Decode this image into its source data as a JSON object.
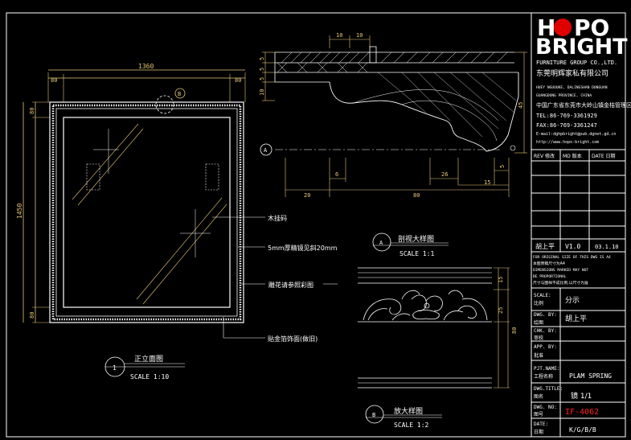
{
  "logo": {
    "line1_left": "H",
    "line1_right": "PO",
    "line2": "BRIGHT",
    "accent": "#e00000"
  },
  "company": {
    "name_en": "FURNITURE GROUP CO.,LTD.",
    "name_cn": "东莞明辉家私有限公司",
    "addr1": "HUEY NGUOUKE, DALINGSHAN DONGUAN",
    "addr2": "GUANGDONG PROVINCE, CHINA",
    "addr_cn": "中国广东省东莞市大岭山镇金桔管理区",
    "tel": "TEL:86-769-3361929",
    "fax": "FAX:86-769-3361247",
    "email": "E-mail:dghpbright@pub.dgnet.gd.cn",
    "web": "http://www.hopo-bright.com"
  },
  "revision": {
    "headers": [
      "REV 修改",
      "MD 版本",
      "DATE 日期"
    ],
    "row": [
      "胡上平",
      "V1.0",
      "03.1.10"
    ]
  },
  "notes": [
    "FOR ORIGINAL SIZE OF THIS DWG IS A4",
    "本图原稿尺寸为A4",
    "DIMENSIONS MARKED MAY NOT",
    "BE PROPORTIONAL",
    "尺寸与图样不成比例,以尺寸为准"
  ],
  "title_block": [
    {
      "en": "SCALE:",
      "cn": "比例",
      "value": "分示"
    },
    {
      "en": "DWG. BY:",
      "cn": "绘图",
      "value": "胡上平"
    },
    {
      "en": "CHK. BY:",
      "cn": "审校",
      "value": ""
    },
    {
      "en": "APP. BY:",
      "cn": "批准",
      "value": ""
    },
    {
      "en": "PJT.NAME:",
      "cn": "工程名称",
      "value": "PLAM SPRING"
    },
    {
      "en": "DWG.TITLE:",
      "cn": "图名",
      "value": "镜   1/1"
    },
    {
      "en": "DWG. NO:",
      "cn": "图号",
      "value": "IF-4062"
    },
    {
      "en": "DATE:",
      "cn": "日期",
      "value": "K/G/B/B"
    }
  ],
  "front_view": {
    "dim_top": "1360",
    "dim_left_margin": "80",
    "dim_right_margin": "80",
    "dim_height": "1450",
    "dim_v_top": "80",
    "dim_v_bottom": "80",
    "callout_b": "B",
    "callout_a": "A",
    "label_hanger": "木挂码",
    "label_mirror": "5mm厚精镜见斜20mm",
    "label_carving": "雕花请参照彩图",
    "label_gilding": "贴金箔饰面(做旧)"
  },
  "section": {
    "dims_top": [
      "10",
      "10"
    ],
    "dims_left": [
      "5",
      "5",
      "5",
      "10"
    ],
    "dim_right": "45",
    "dims_bottom": [
      "6",
      "26",
      "5",
      "15"
    ],
    "dims_overall": [
      "20",
      "80"
    ]
  },
  "captions": [
    {
      "circle": "1",
      "title": "正立面图",
      "scale": "SCALE 1:10"
    },
    {
      "circle": "A",
      "title": "剖视大样图",
      "scale": "SCALE 1:1"
    },
    {
      "circle": "B",
      "title": "放大样图",
      "scale": "SCALE 1:2"
    }
  ],
  "detail_b": {
    "dims": [
      "15",
      "25",
      "80"
    ]
  },
  "colors": {
    "line": "#ffffff",
    "dim": "#e8c878",
    "magenta": "#ff40ff",
    "red": "#ff2020",
    "green": "#40ff40"
  }
}
